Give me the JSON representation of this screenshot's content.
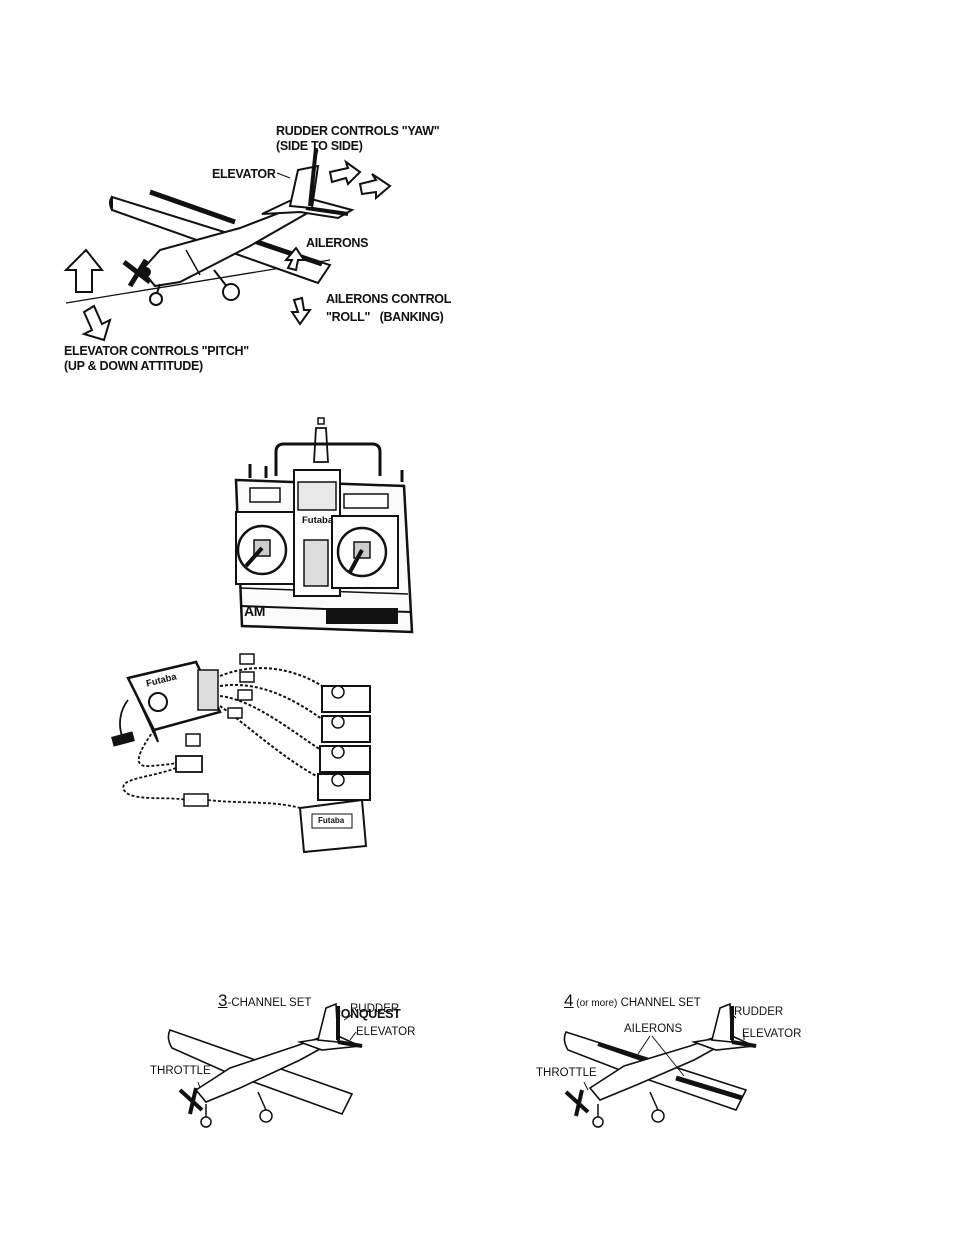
{
  "control_diagram": {
    "rudder_label_1": "RUDDER CONTROLS \"YAW\"",
    "rudder_label_2": "(SIDE TO SIDE)",
    "elevator_label": "ELEVATOR",
    "ailerons_label": "AILERONS",
    "ailerons_control_1": "AILERONS CONTROL",
    "ailerons_control_2": "\"ROLL\"   (BANKING)",
    "elevator_controls_1": "ELEVATOR CONTROLS \"PITCH\"",
    "elevator_controls_2": "(UP & DOWN ATTITUDE)"
  },
  "transmitter": {
    "brand": "Futaba",
    "mode": "AM",
    "model": "CONQUEST"
  },
  "receiver_set": {
    "receiver_brand": "Futaba",
    "battery_brand": "Futaba"
  },
  "three_channel": {
    "number": "3",
    "title": "-CHANNEL SET",
    "rudder": "RUDDER",
    "elevator": "ELEVATOR",
    "throttle": "THROTTLE"
  },
  "four_channel": {
    "number": "4",
    "title_paren": " (or more)",
    "title": " CHANNEL SET",
    "ailerons": "AILERONS",
    "rudder": "RUDDER",
    "elevator": "ELEVATOR",
    "throttle": "THROTTLE"
  }
}
